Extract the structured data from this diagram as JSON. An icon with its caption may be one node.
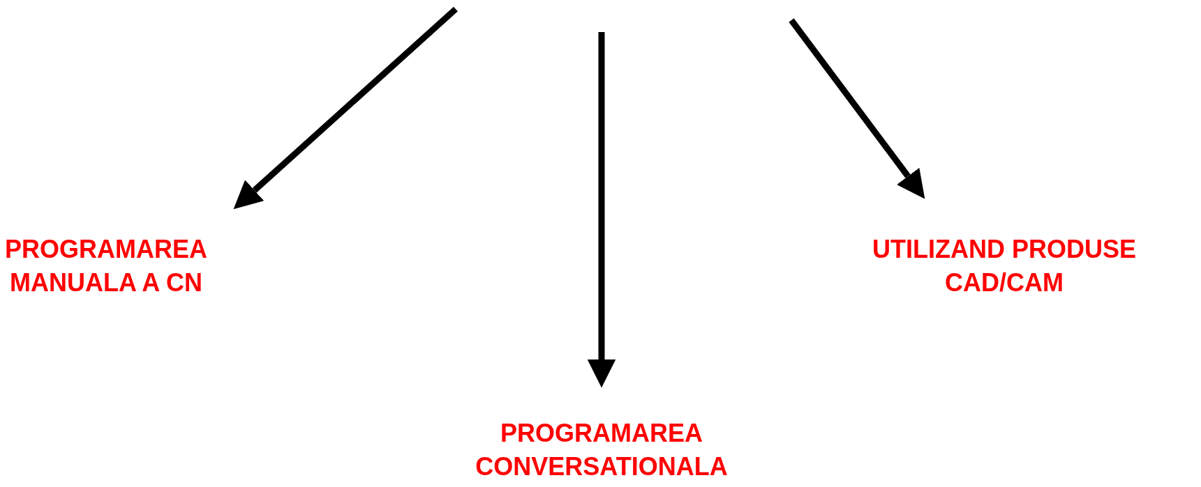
{
  "diagram": {
    "nodes": [
      {
        "text": [
          "PROGRAMAREA MANUALA A CN"
        ]
      },
      {
        "text": [
          "PROGRAMAREA CONVERSATIONALA"
        ]
      },
      {
        "text": [
          "UTILIZAND PRODUSE CAD/CAM"
        ]
      }
    ],
    "edges": [
      {
        "from": null,
        "to": 0,
        "arrow": "to"
      },
      {
        "from": null,
        "to": 1,
        "arrow": "to"
      },
      {
        "from": null,
        "to": 2,
        "arrow": "to"
      }
    ]
  }
}
